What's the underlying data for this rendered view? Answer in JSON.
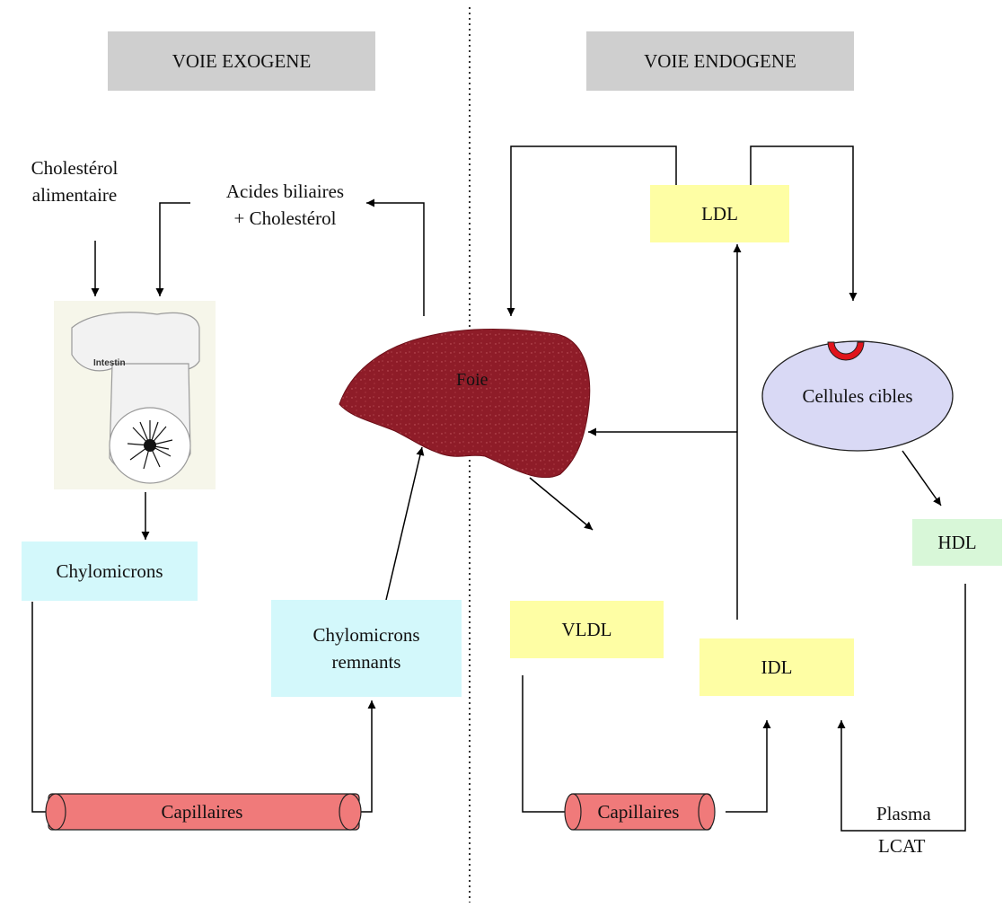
{
  "headers": {
    "exogenous": "VOIE EXOGENE",
    "endogenous": "VOIE ENDOGENE"
  },
  "labels": {
    "dietary_cholesterol": [
      "Cholestérol",
      "alimentaire"
    ],
    "bile_acids": [
      "Acides biliaires",
      "+ Cholestérol"
    ],
    "intestine": "Intestin",
    "liver": "Foie",
    "target_cells": "Cellules cibles",
    "plasma": "Plasma",
    "lcat": "LCAT"
  },
  "boxes": {
    "chylomicrons": "Chylomicrons",
    "chylomicron_remnants": [
      "Chylomicrons",
      "remnants"
    ],
    "ldl": "LDL",
    "vldl": "VLDL",
    "idl": "IDL",
    "hdl": "HDL"
  },
  "capillaries": {
    "left": "Capillaires",
    "right": "Capillaires"
  },
  "colors": {
    "header_bg": "#cfcfcf",
    "lipoprotein_yellow": "#fefea4",
    "chylomicron_cyan": "#d3f8fb",
    "hdl_green": "#d8f7d8",
    "capillary_red": "#f07a7a",
    "liver_red": "#8e1c28",
    "cell_lavender": "#d9d9f5",
    "receptor_red": "#e0141c"
  }
}
